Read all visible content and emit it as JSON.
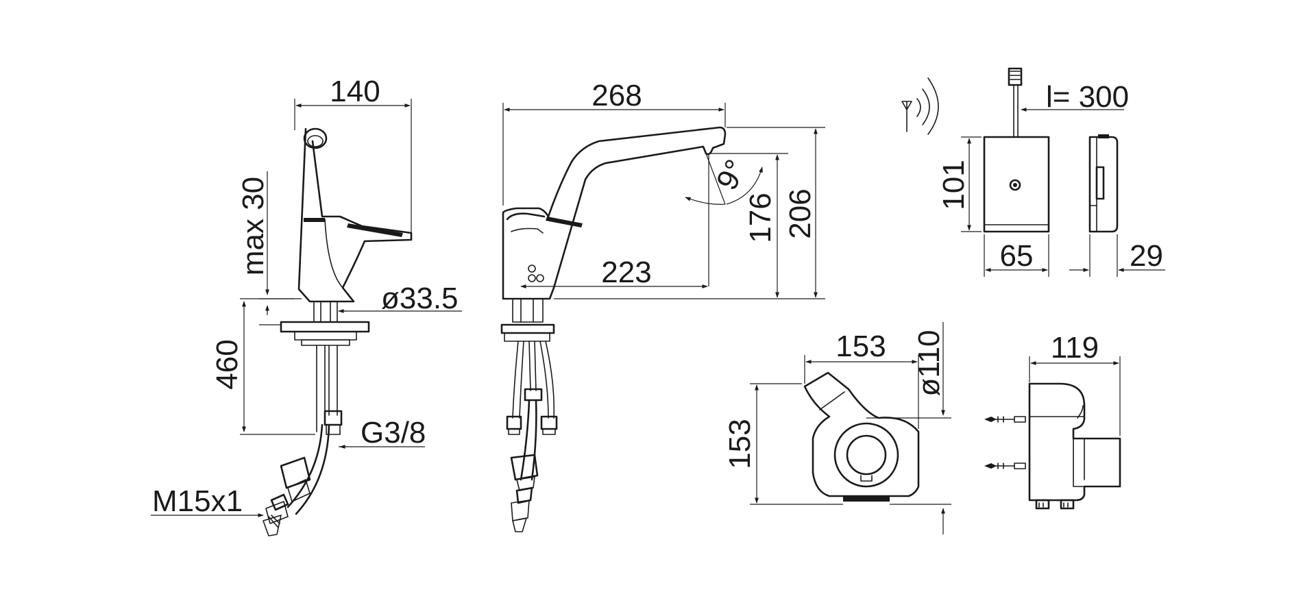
{
  "labels": {
    "front_width": "140",
    "lever_travel": "max 30",
    "hose_length": "460",
    "base_diameter": "ø33.5",
    "connection_thread": "G3/8",
    "hose_thread": "M15x1",
    "side_length": "268",
    "spout_reach": "223",
    "spout_angle": "9°",
    "outlet_height": "176",
    "total_height": "206",
    "cable_length": "l= 300",
    "box_height": "101",
    "box_width": "65",
    "box_depth": "29",
    "top_width": "153",
    "top_depth": "153",
    "body_diameter": "ø110",
    "rear_width": "119"
  }
}
